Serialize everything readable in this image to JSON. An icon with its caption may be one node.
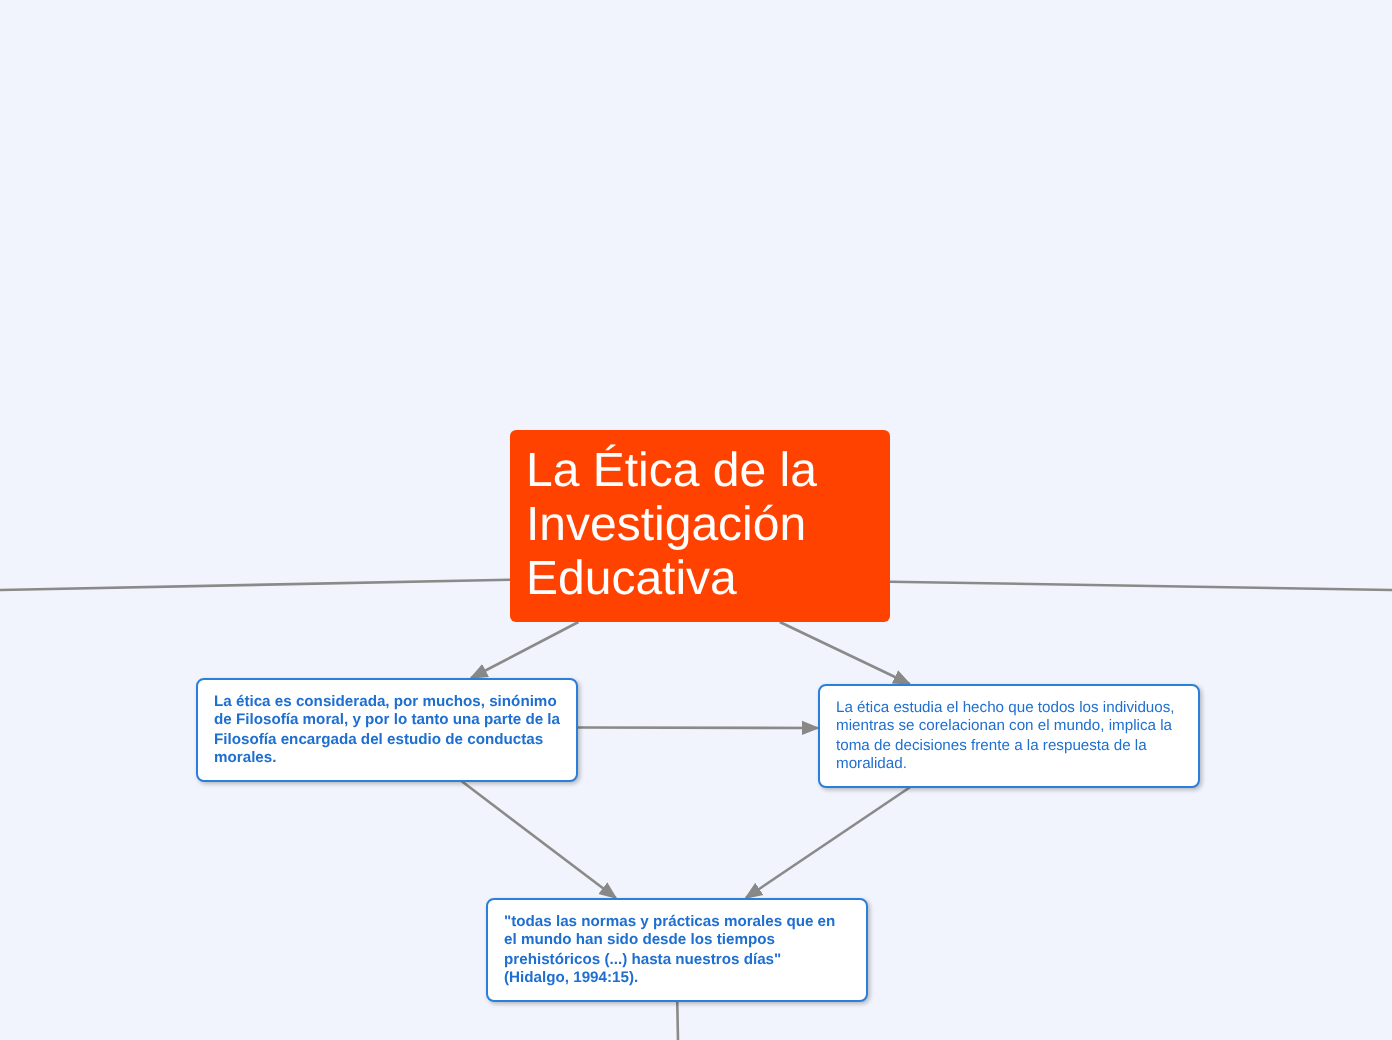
{
  "diagram": {
    "nodes": [
      {
        "text": [
          "La Ética de la Investigación Educativa"
        ]
      },
      {
        "text": [
          "La ética es considerada, por muchos, sinónimo de Filosofía moral, y por lo tanto una parte de la Filosofía encargada del estudio de conductas morales."
        ]
      },
      {
        "text": [
          "La ética estudia el hecho que todos los individuos, mientras se corelacionan con el mundo, implica la toma de decisiones frente a la respuesta de la moralidad."
        ]
      },
      {
        "text": [
          "\"todas las normas y prácticas morales que en el mundo han sido desde los tiempos prehistóricos (...) hasta nuestros días\" (Hidalgo, 1994:15)."
        ]
      }
    ],
    "edges": [
      {
        "from": 0,
        "to": 1,
        "arrow": "to"
      },
      {
        "from": 0,
        "to": 2,
        "arrow": "to"
      },
      {
        "from": 1,
        "to": 2,
        "arrow": "to"
      },
      {
        "from": 1,
        "to": 3,
        "arrow": "to"
      },
      {
        "from": 2,
        "to": 3,
        "arrow": "to"
      },
      {
        "from": 0,
        "to": null,
        "arrow": "none"
      },
      {
        "from": 0,
        "to": null,
        "arrow": "none"
      },
      {
        "from": 3,
        "to": null,
        "arrow": "none"
      }
    ]
  }
}
